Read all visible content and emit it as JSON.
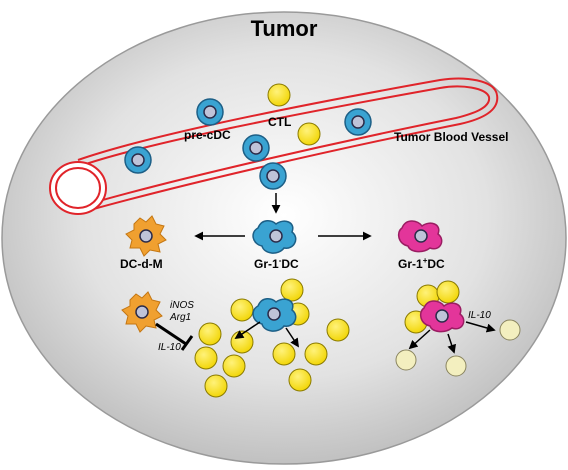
{
  "title": "Tumor",
  "labels": {
    "vessel": "Tumor Blood Vessel",
    "pre_cdc": "pre-cDC",
    "ctl": "CTL",
    "dc_d_m": "DC-d-M",
    "gr1_neg_base": "Gr-1",
    "gr1_neg_sup": "-",
    "gr1_neg_suffix": "DC",
    "gr1_pos_base": "Gr-1",
    "gr1_pos_sup": "+",
    "gr1_pos_suffix": "DC",
    "inos": "iNOS",
    "arg1": "Arg1",
    "il10_left": "IL-10",
    "il10_right": "IL-10"
  },
  "colors": {
    "background_ellipse": "#c9c9c9",
    "vessel_stroke": "#e0242a",
    "precdc_fill": "#3aa3d2",
    "precdc_stroke": "#1d5f86",
    "nucleus": "#bfc3d8",
    "ctl_yellow": "#f3e01f",
    "ctl_stroke": "#8a7a00",
    "dcdm_orange": "#f0a030",
    "gr1pos_pink": "#e3359a",
    "pale_cell": "#f3efbf"
  },
  "icons": {
    "arrow": "arrow-icon",
    "inhibition": "inhibition-bar-icon"
  }
}
